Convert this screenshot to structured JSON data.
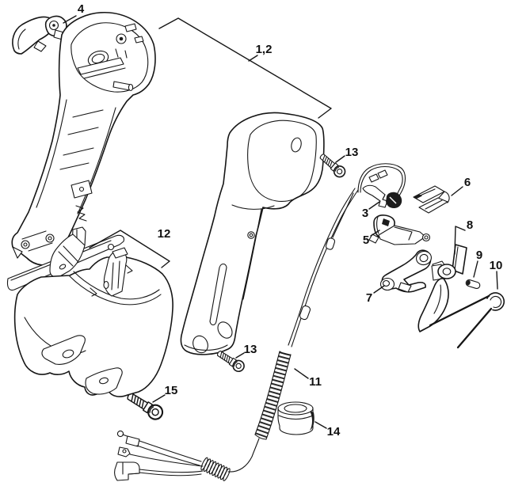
{
  "diagram": {
    "background_color": "#ffffff",
    "line_color": "#161616",
    "callouts": [
      {
        "id": "4",
        "label": "4"
      },
      {
        "id": "1-2",
        "label": "1,2"
      },
      {
        "id": "13-top",
        "label": "13"
      },
      {
        "id": "3",
        "label": "3"
      },
      {
        "id": "5",
        "label": "5"
      },
      {
        "id": "6",
        "label": "6"
      },
      {
        "id": "7",
        "label": "7"
      },
      {
        "id": "8",
        "label": "8"
      },
      {
        "id": "9",
        "label": "9"
      },
      {
        "id": "10",
        "label": "10"
      },
      {
        "id": "11",
        "label": "11"
      },
      {
        "id": "12",
        "label": "12"
      },
      {
        "id": "13-lower",
        "label": "13"
      },
      {
        "id": "14",
        "label": "14"
      },
      {
        "id": "15",
        "label": "15"
      }
    ]
  }
}
